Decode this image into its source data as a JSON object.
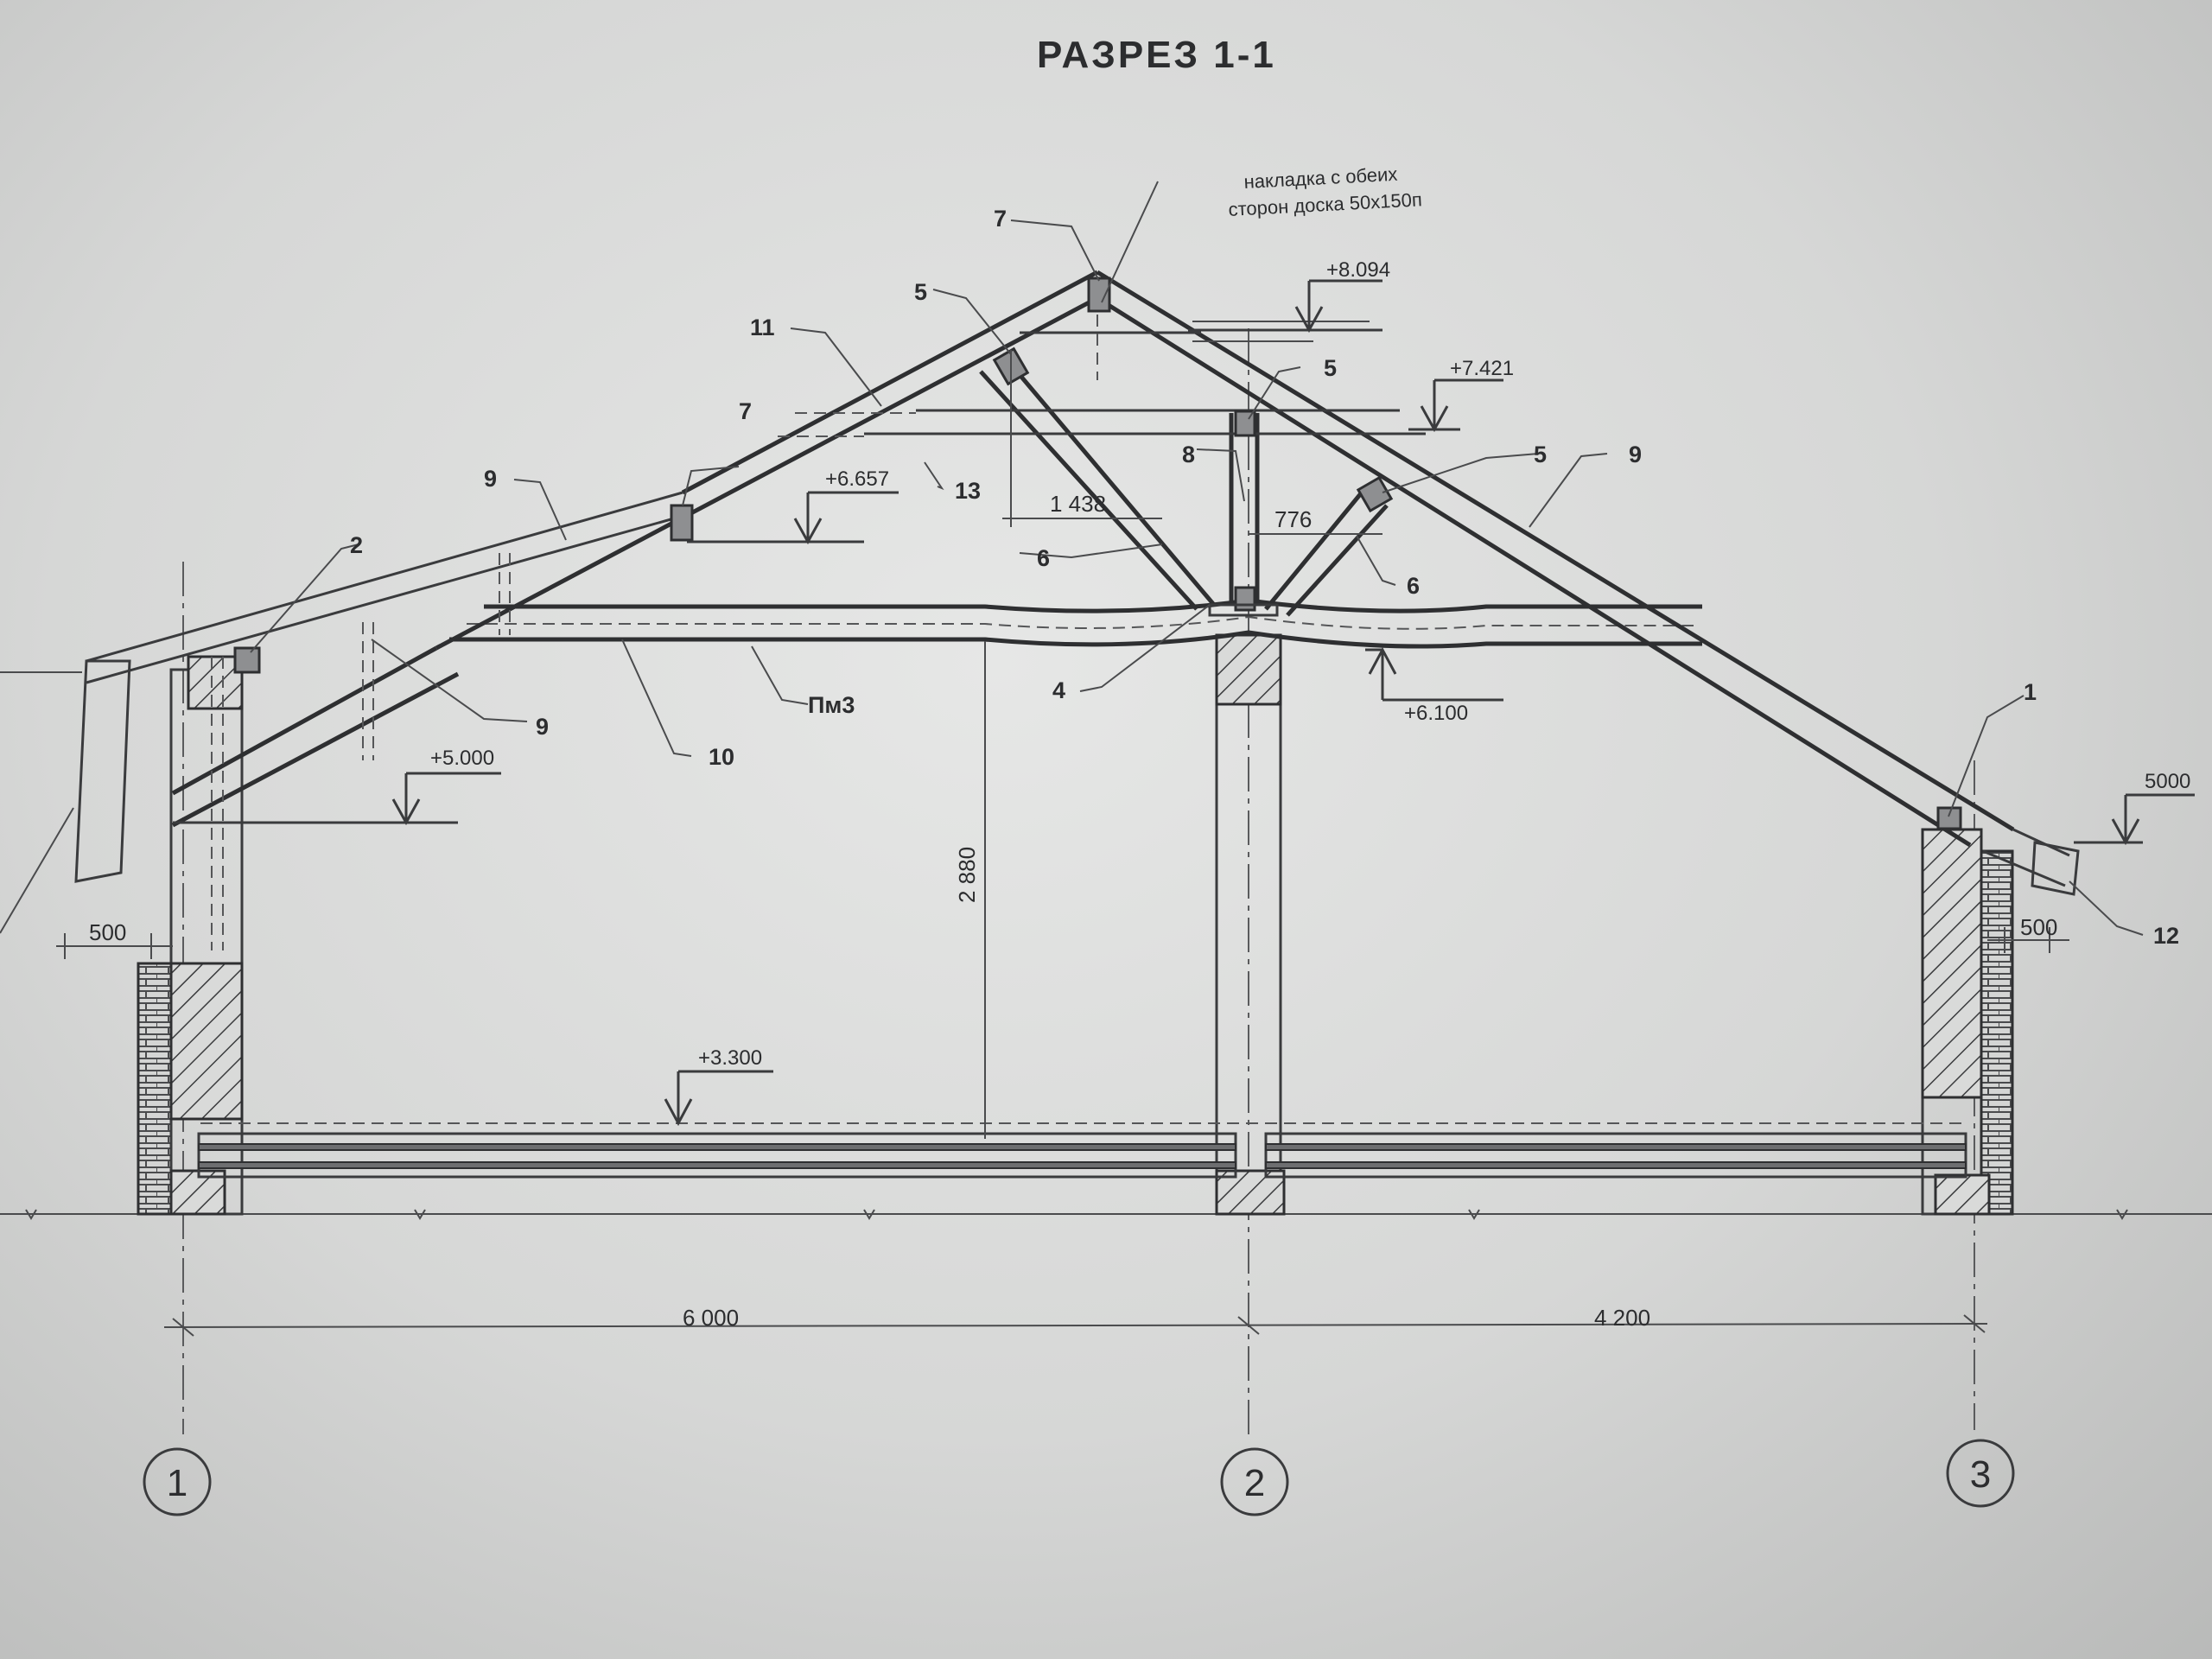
{
  "title": "РАЗРЕЗ 1-1",
  "note": {
    "line1": "накладка с обеих",
    "line2": "сторон доска 50x150п"
  },
  "labels": {
    "l7a": "7",
    "l5a": "5",
    "l11": "11",
    "l5b": "5",
    "l7b": "7",
    "l9a": "9",
    "l2": "2",
    "l8": "8",
    "l5c": "5",
    "l9b": "9",
    "l13": "13",
    "l6a": "6",
    "l6b": "6",
    "l4": "4",
    "pm3": "Пм3",
    "l9c": "9",
    "l10": "10",
    "l1": "1",
    "l12": "12"
  },
  "elevations": {
    "e8094": "+8.094",
    "e7421": "+7.421",
    "e6657": "+6.657",
    "e6100": "+6.100",
    "e5000": "+5.000",
    "e5000r": "5000",
    "e3300": "+3.300"
  },
  "dimensions": {
    "d1438": "1 438",
    "d776": "776",
    "d2880": "2 880",
    "d500l": "500",
    "d500r": "500",
    "d6000": "6 000",
    "d4200": "4 200"
  },
  "axes": {
    "a1": "1",
    "a2": "2",
    "a3": "3"
  }
}
